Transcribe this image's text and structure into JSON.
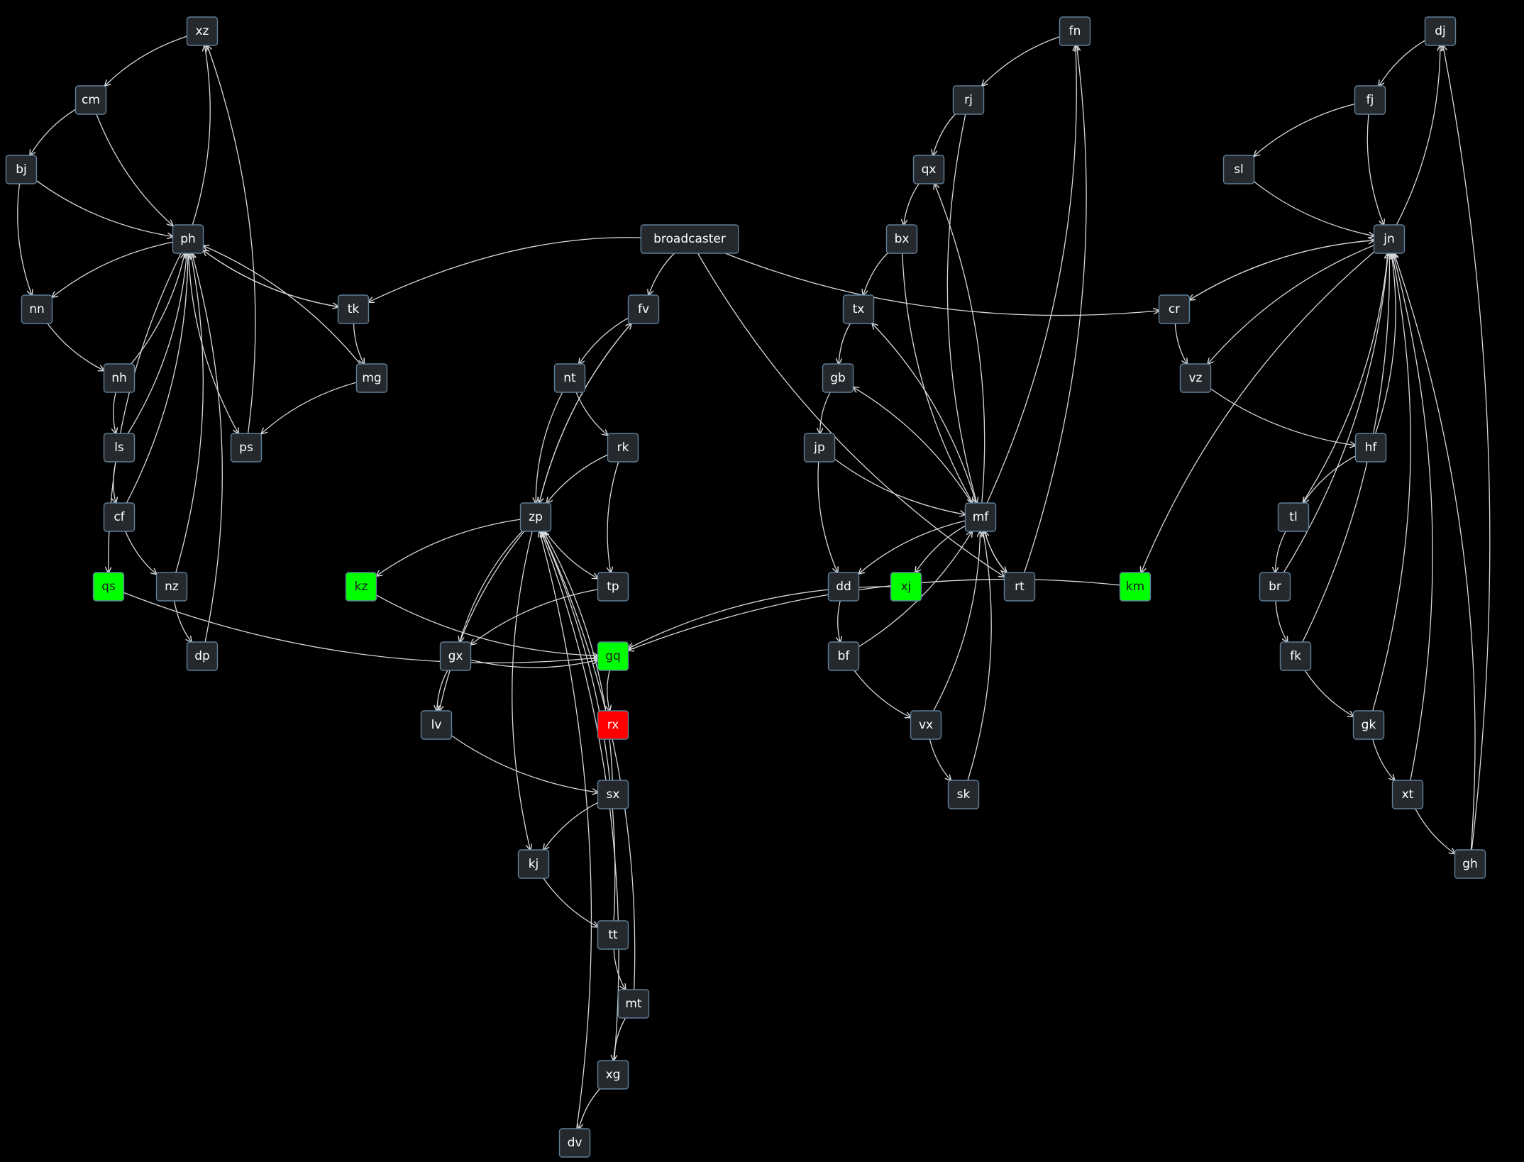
{
  "colors": {
    "background": "#000000",
    "node_fill": "#25292e",
    "node_border": "#5f7f98",
    "node_text": "#ffffff",
    "edge": "#d6d9dc",
    "highlight_green": "#00ff00",
    "highlight_red": "#ff0000"
  },
  "nodes": [
    {
      "id": "xz",
      "label": "xz",
      "style": "default"
    },
    {
      "id": "cm",
      "label": "cm",
      "style": "default"
    },
    {
      "id": "bj",
      "label": "bj",
      "style": "default"
    },
    {
      "id": "ph",
      "label": "ph",
      "style": "default"
    },
    {
      "id": "nn",
      "label": "nn",
      "style": "default"
    },
    {
      "id": "tk",
      "label": "tk",
      "style": "default"
    },
    {
      "id": "nh",
      "label": "nh",
      "style": "default"
    },
    {
      "id": "mg",
      "label": "mg",
      "style": "default"
    },
    {
      "id": "ls",
      "label": "ls",
      "style": "default"
    },
    {
      "id": "ps",
      "label": "ps",
      "style": "default"
    },
    {
      "id": "cf",
      "label": "cf",
      "style": "default"
    },
    {
      "id": "qs",
      "label": "qs",
      "style": "green"
    },
    {
      "id": "nz",
      "label": "nz",
      "style": "default"
    },
    {
      "id": "dp",
      "label": "dp",
      "style": "default"
    },
    {
      "id": "broadcaster",
      "label": "broadcaster",
      "style": "default"
    },
    {
      "id": "fv",
      "label": "fv",
      "style": "default"
    },
    {
      "id": "nt",
      "label": "nt",
      "style": "default"
    },
    {
      "id": "rk",
      "label": "rk",
      "style": "default"
    },
    {
      "id": "zp",
      "label": "zp",
      "style": "default"
    },
    {
      "id": "kz",
      "label": "kz",
      "style": "green"
    },
    {
      "id": "tp",
      "label": "tp",
      "style": "default"
    },
    {
      "id": "gx",
      "label": "gx",
      "style": "default"
    },
    {
      "id": "gq",
      "label": "gq",
      "style": "green"
    },
    {
      "id": "rx",
      "label": "rx",
      "style": "red"
    },
    {
      "id": "lv",
      "label": "lv",
      "style": "default"
    },
    {
      "id": "sx",
      "label": "sx",
      "style": "default"
    },
    {
      "id": "kj",
      "label": "kj",
      "style": "default"
    },
    {
      "id": "tt",
      "label": "tt",
      "style": "default"
    },
    {
      "id": "mt",
      "label": "mt",
      "style": "default"
    },
    {
      "id": "xg",
      "label": "xg",
      "style": "default"
    },
    {
      "id": "dv",
      "label": "dv",
      "style": "default"
    },
    {
      "id": "fn",
      "label": "fn",
      "style": "default"
    },
    {
      "id": "rj",
      "label": "rj",
      "style": "default"
    },
    {
      "id": "qx",
      "label": "qx",
      "style": "default"
    },
    {
      "id": "bx",
      "label": "bx",
      "style": "default"
    },
    {
      "id": "tx",
      "label": "tx",
      "style": "default"
    },
    {
      "id": "gb",
      "label": "gb",
      "style": "default"
    },
    {
      "id": "jp",
      "label": "jp",
      "style": "default"
    },
    {
      "id": "mf",
      "label": "mf",
      "style": "default"
    },
    {
      "id": "dd",
      "label": "dd",
      "style": "default"
    },
    {
      "id": "xj",
      "label": "xj",
      "style": "green"
    },
    {
      "id": "rt",
      "label": "rt",
      "style": "default"
    },
    {
      "id": "bf",
      "label": "bf",
      "style": "default"
    },
    {
      "id": "vx",
      "label": "vx",
      "style": "default"
    },
    {
      "id": "sk",
      "label": "sk",
      "style": "default"
    },
    {
      "id": "km",
      "label": "km",
      "style": "green"
    },
    {
      "id": "dj",
      "label": "dj",
      "style": "default"
    },
    {
      "id": "fj",
      "label": "fj",
      "style": "default"
    },
    {
      "id": "sl",
      "label": "sl",
      "style": "default"
    },
    {
      "id": "jn",
      "label": "jn",
      "style": "default"
    },
    {
      "id": "cr",
      "label": "cr",
      "style": "default"
    },
    {
      "id": "vz",
      "label": "vz",
      "style": "default"
    },
    {
      "id": "hf",
      "label": "hf",
      "style": "default"
    },
    {
      "id": "tl",
      "label": "tl",
      "style": "default"
    },
    {
      "id": "br",
      "label": "br",
      "style": "default"
    },
    {
      "id": "fk",
      "label": "fk",
      "style": "default"
    },
    {
      "id": "gk",
      "label": "gk",
      "style": "default"
    },
    {
      "id": "xt",
      "label": "xt",
      "style": "default"
    },
    {
      "id": "gh",
      "label": "gh",
      "style": "default"
    }
  ],
  "edges": [
    [
      "xz",
      "cm"
    ],
    [
      "cm",
      "bj"
    ],
    [
      "cm",
      "ph"
    ],
    [
      "bj",
      "nn"
    ],
    [
      "bj",
      "ph"
    ],
    [
      "ph",
      "nn"
    ],
    [
      "ph",
      "tk"
    ],
    [
      "ph",
      "ps"
    ],
    [
      "ph",
      "qs"
    ],
    [
      "ph",
      "xz"
    ],
    [
      "nn",
      "nh"
    ],
    [
      "nh",
      "ph"
    ],
    [
      "nh",
      "ls"
    ],
    [
      "ls",
      "ph"
    ],
    [
      "ls",
      "cf"
    ],
    [
      "cf",
      "ph"
    ],
    [
      "cf",
      "nz"
    ],
    [
      "nz",
      "dp"
    ],
    [
      "nz",
      "ph"
    ],
    [
      "dp",
      "ph"
    ],
    [
      "tk",
      "ph"
    ],
    [
      "tk",
      "mg"
    ],
    [
      "mg",
      "ph"
    ],
    [
      "mg",
      "ps"
    ],
    [
      "ps",
      "xz"
    ],
    [
      "qs",
      "gq"
    ],
    [
      "broadcaster",
      "fv"
    ],
    [
      "broadcaster",
      "tk"
    ],
    [
      "broadcaster",
      "cr"
    ],
    [
      "broadcaster",
      "rt"
    ],
    [
      "fv",
      "nt"
    ],
    [
      "fv",
      "zp"
    ],
    [
      "nt",
      "zp"
    ],
    [
      "nt",
      "rk"
    ],
    [
      "rk",
      "zp"
    ],
    [
      "rk",
      "tp"
    ],
    [
      "zp",
      "fv"
    ],
    [
      "zp",
      "kz"
    ],
    [
      "zp",
      "tp"
    ],
    [
      "zp",
      "gx"
    ],
    [
      "zp",
      "lv"
    ],
    [
      "zp",
      "kj"
    ],
    [
      "kz",
      "gq"
    ],
    [
      "tp",
      "gx"
    ],
    [
      "gx",
      "gq"
    ],
    [
      "gx",
      "lv"
    ],
    [
      "gq",
      "rx"
    ],
    [
      "lv",
      "sx"
    ],
    [
      "sx",
      "zp"
    ],
    [
      "sx",
      "kj"
    ],
    [
      "kj",
      "tt"
    ],
    [
      "tt",
      "zp"
    ],
    [
      "tt",
      "mt"
    ],
    [
      "mt",
      "zp"
    ],
    [
      "mt",
      "xg"
    ],
    [
      "xg",
      "zp"
    ],
    [
      "xg",
      "dv"
    ],
    [
      "dv",
      "zp"
    ],
    [
      "fn",
      "rj"
    ],
    [
      "rj",
      "qx"
    ],
    [
      "rj",
      "mf"
    ],
    [
      "qx",
      "bx"
    ],
    [
      "bx",
      "tx"
    ],
    [
      "bx",
      "mf"
    ],
    [
      "tx",
      "gb"
    ],
    [
      "gb",
      "jp"
    ],
    [
      "jp",
      "dd"
    ],
    [
      "jp",
      "mf"
    ],
    [
      "mf",
      "qx"
    ],
    [
      "mf",
      "tx"
    ],
    [
      "mf",
      "gb"
    ],
    [
      "mf",
      "fn"
    ],
    [
      "mf",
      "dd"
    ],
    [
      "mf",
      "xj"
    ],
    [
      "mf",
      "rt"
    ],
    [
      "rt",
      "fn"
    ],
    [
      "rt",
      "mf"
    ],
    [
      "xj",
      "gq"
    ],
    [
      "dd",
      "bf"
    ],
    [
      "bf",
      "mf"
    ],
    [
      "bf",
      "vx"
    ],
    [
      "vx",
      "mf"
    ],
    [
      "vx",
      "sk"
    ],
    [
      "sk",
      "mf"
    ],
    [
      "km",
      "gq"
    ],
    [
      "dj",
      "fj"
    ],
    [
      "fj",
      "sl"
    ],
    [
      "fj",
      "jn"
    ],
    [
      "sl",
      "jn"
    ],
    [
      "jn",
      "km"
    ],
    [
      "jn",
      "cr"
    ],
    [
      "jn",
      "vz"
    ],
    [
      "jn",
      "dj"
    ],
    [
      "cr",
      "jn"
    ],
    [
      "cr",
      "vz"
    ],
    [
      "vz",
      "hf"
    ],
    [
      "hf",
      "jn"
    ],
    [
      "hf",
      "tl"
    ],
    [
      "tl",
      "jn"
    ],
    [
      "tl",
      "br"
    ],
    [
      "br",
      "jn"
    ],
    [
      "br",
      "fk"
    ],
    [
      "fk",
      "jn"
    ],
    [
      "fk",
      "gk"
    ],
    [
      "gk",
      "jn"
    ],
    [
      "gk",
      "xt"
    ],
    [
      "xt",
      "jn"
    ],
    [
      "xt",
      "gh"
    ],
    [
      "gh",
      "jn"
    ],
    [
      "gh",
      "dj"
    ]
  ]
}
